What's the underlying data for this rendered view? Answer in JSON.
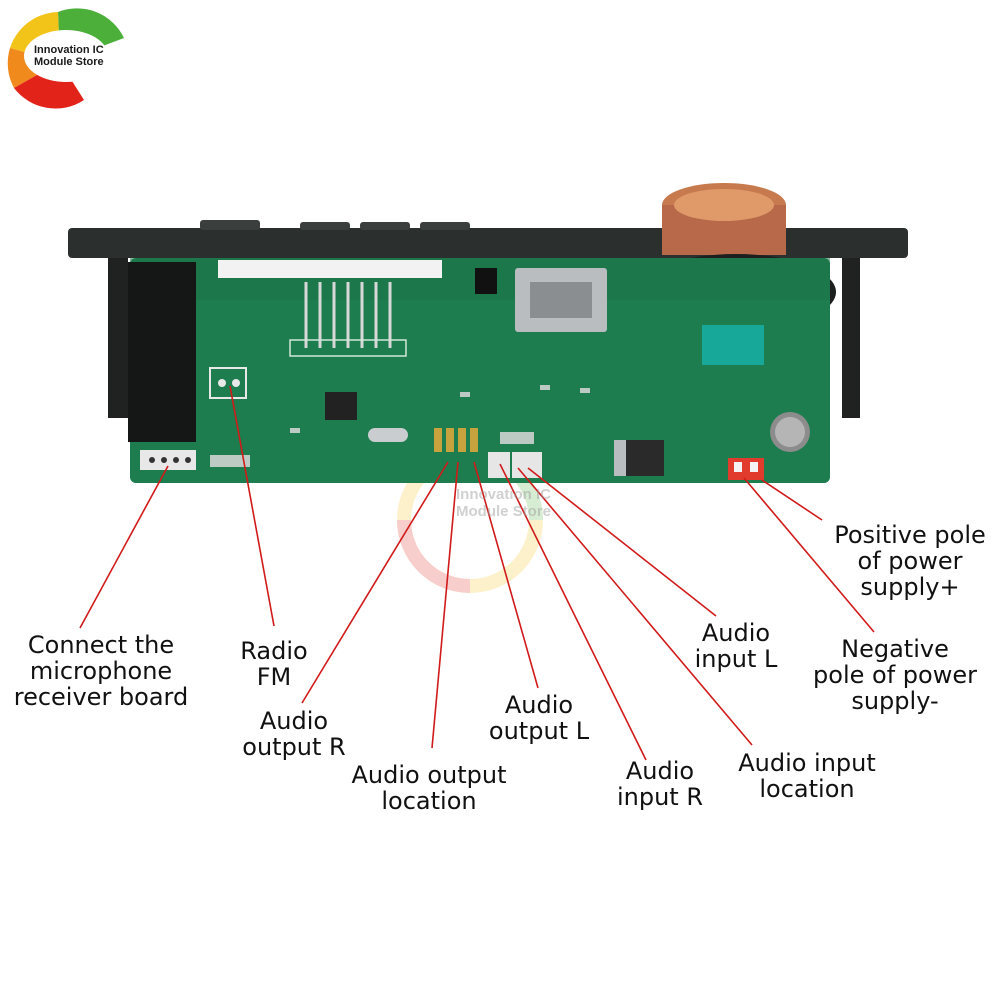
{
  "brand": {
    "line1": "Innovation IC",
    "line2": "Module Store",
    "colors": {
      "green": "#4caf3a",
      "yellow": "#f2c318",
      "red": "#e2231a",
      "orange": "#f08a1c"
    }
  },
  "watermark": {
    "line1": "Innovation IC",
    "line2": "Module Store"
  },
  "board": {
    "pcb_color": "#1e7d4e",
    "panel_color": "#2b2f2e",
    "leader_color": "#d11a1a"
  },
  "labels": {
    "mic_board": [
      "Connect the",
      "microphone",
      "receiver board"
    ],
    "radio_fm": [
      "Radio",
      "FM"
    ],
    "audio_output_r": [
      "Audio",
      "output R"
    ],
    "audio_output_location": [
      "Audio output",
      "location"
    ],
    "audio_output_l": [
      "Audio",
      "output L"
    ],
    "audio_input_r": [
      "Audio",
      "input R"
    ],
    "audio_input_l": [
      "Audio",
      "input L"
    ],
    "audio_input_location": [
      "Audio input",
      "location"
    ],
    "positive_pole": [
      "Positive pole",
      "of power",
      "supply+"
    ],
    "negative_pole": [
      "Negative",
      "pole of power",
      "supply-"
    ]
  }
}
